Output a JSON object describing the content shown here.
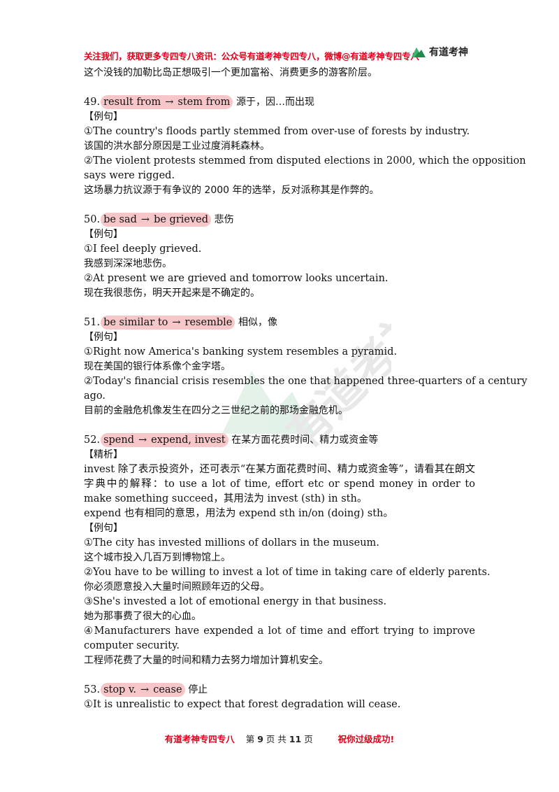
{
  "header": {
    "banner": "关注我们，获取更多专四专八资讯：公众号有道考神专四专八，微博@有道考神专四专八",
    "logo_text": "有道考神"
  },
  "watermark_text": "有道考神",
  "content": {
    "intro_translation": "这个没钱的加勒比岛正想吸引一个更加富裕、消费更多的游客阶层。",
    "e49": {
      "num": "49.",
      "from": "result from",
      "arrow": "→",
      "to": "stem from",
      "meaning": "源于，因…而出现",
      "label": "【例句】",
      "ex1": "①The country's floods partly stemmed from over-use of forests by industry.",
      "ex1_cn": "该国的洪水部分原因是工业过度消耗森林。",
      "ex2_a": "②The violent protests stemmed from disputed elections in 2000, which the opposition",
      "ex2_b": "says were rigged.",
      "ex2_cn": "这场暴力抗议源于有争议的 2000 年的选举，反对派称其是作弊的。"
    },
    "e50": {
      "num": "50.",
      "from": "be sad",
      "arrow": "→",
      "to": "be grieved",
      "meaning": "悲伤",
      "label": "【例句】",
      "ex1": "①I feel deeply grieved.",
      "ex1_cn": "我感到深深地悲伤。",
      "ex2": "②At present we are grieved and tomorrow looks uncertain.",
      "ex2_cn": "现在我很悲伤，明天开起来是不确定的。"
    },
    "e51": {
      "num": "51.",
      "from": "be similar to",
      "arrow": "→",
      "to": "resemble",
      "meaning": "相似，像",
      "label": "【例句】",
      "ex1": "①Right now America's banking system resembles a pyramid.",
      "ex1_cn": "现在美国的银行体系像个金字塔。",
      "ex2_a": "②Today's financial crisis resembles the one that happened three-quarters of a century",
      "ex2_b": "ago.",
      "ex2_cn": "目前的金融危机像发生在四分之三世纪之前的那场金融危机。"
    },
    "e52": {
      "num": "52.",
      "from": "spend",
      "arrow": "→",
      "to": "expend, invest",
      "meaning": "在某方面花费时间、精力或资金等",
      "analysis_label": "【精析】",
      "analysis_1": "invest 除了表示投资外，还可表示“在某方面花费时间、精力或资金等”，请看其在朗文字典中的解释：to use a lot of time, effort etc or spend money in order to make something succeed，其用法为  invest (sth) in sth。",
      "analysis_2": "expend 也有相同的意思，用法为 expend sth in/on (doing) sth。",
      "label": "【例句】",
      "ex1": "①The city has invested millions of dollars in the museum.",
      "ex1_cn": "这个城市投入几百万到博物馆上。",
      "ex2": "②You have to be willing to invest a lot of time in taking care of elderly parents.",
      "ex2_cn": "你必须愿意投入大量时间照顾年迈的父母。",
      "ex3": "③She's invested a lot of emotional energy in that business.",
      "ex3_cn": "她为那事费了很大的心血。",
      "ex4": "④Manufacturers have expended a lot of time and effort trying to improve computer security.",
      "ex4_cn": "工程师花费了大量的时间和精力去努力增加计算机安全。"
    },
    "e53": {
      "num": "53.",
      "from": "stop v.",
      "arrow": "→",
      "to": "cease",
      "meaning": "停止",
      "ex1": "①It is unrealistic to expect that forest degradation will cease."
    }
  },
  "footer": {
    "brand": "有道考神专四专八",
    "page_prefix": "第",
    "page_num": "9",
    "page_mid": "页  共",
    "page_total": "11",
    "page_suffix": "页",
    "slogan": "祝你过级成功!"
  }
}
